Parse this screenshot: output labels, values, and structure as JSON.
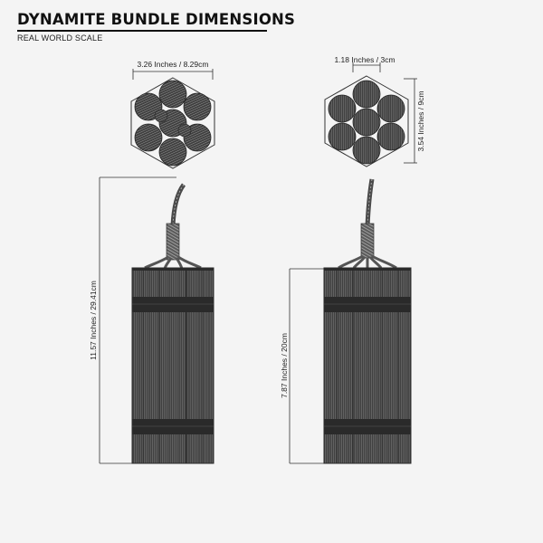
{
  "header": {
    "title": "DYNAMITE BUNDLE DIMENSIONS",
    "subtitle": "REAL WORLD SCALE"
  },
  "bundle_large": {
    "width_label": "3.26 Inches / 8.29cm",
    "height_label": "11.57 Inches / 29.41cm",
    "stick_count": 9
  },
  "bundle_small": {
    "width_label": "1.18 Inches / 3cm",
    "depth_label": "3.54 Inches / 9cm",
    "height_label": "7.87 Inches / 20cm",
    "stick_count": 7
  },
  "colors": {
    "stick_dark": "#3e3e3e",
    "stick_line": "#8a8a8a",
    "band": "#2a2a2a",
    "dimension_line": "#333333"
  }
}
